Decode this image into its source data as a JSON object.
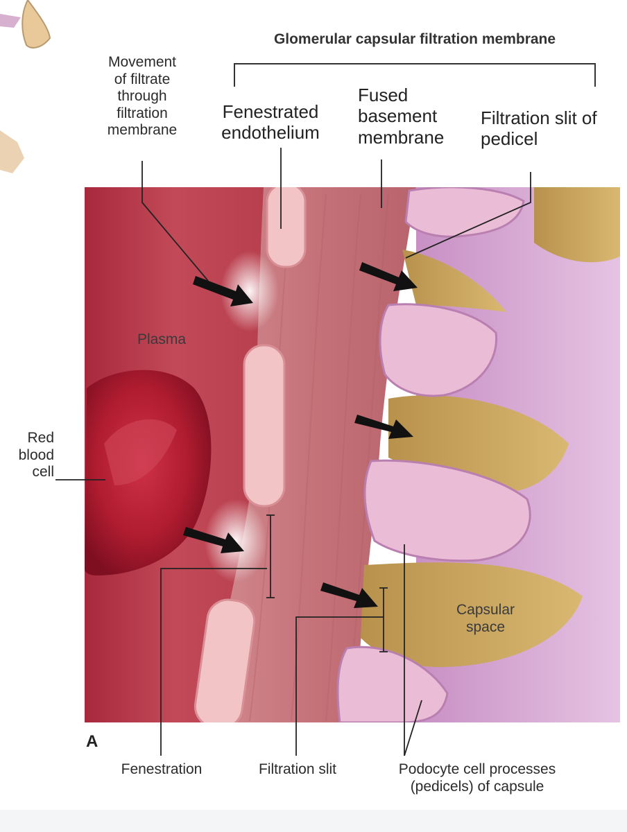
{
  "labels": {
    "top_bracket": "Glomerular capsular filtration membrane",
    "movement": "Movement\nof filtrate\nthrough\nfiltration\nmembrane",
    "fenestrated_endothelium": "Fenestrated\nendothelium",
    "fused_basement_membrane": "Fused\nbasement\nmembrane",
    "filtration_slit_of_pedicel": "Filtration slit of\npedicel",
    "plasma": "Plasma",
    "red_blood_cell": "Red\nblood\ncell",
    "capsular_space": "Capsular\nspace",
    "panel_letter": "A",
    "fenestration": "Fenestration",
    "filtration_slit": "Filtration slit",
    "podocyte_processes": "Podocyte cell processes\n(pedicels) of capsule"
  },
  "colors": {
    "capillary_lumen": "#b83a4c",
    "endothelium": "#f2c4c6",
    "basement_membrane": "#c9767c",
    "podocyte": "#e9b8d4",
    "capsule": "#d3a0cf",
    "capsular_space": "#c9a65e",
    "red_blood_cell": "#b01c30",
    "arrow": "#111111"
  }
}
